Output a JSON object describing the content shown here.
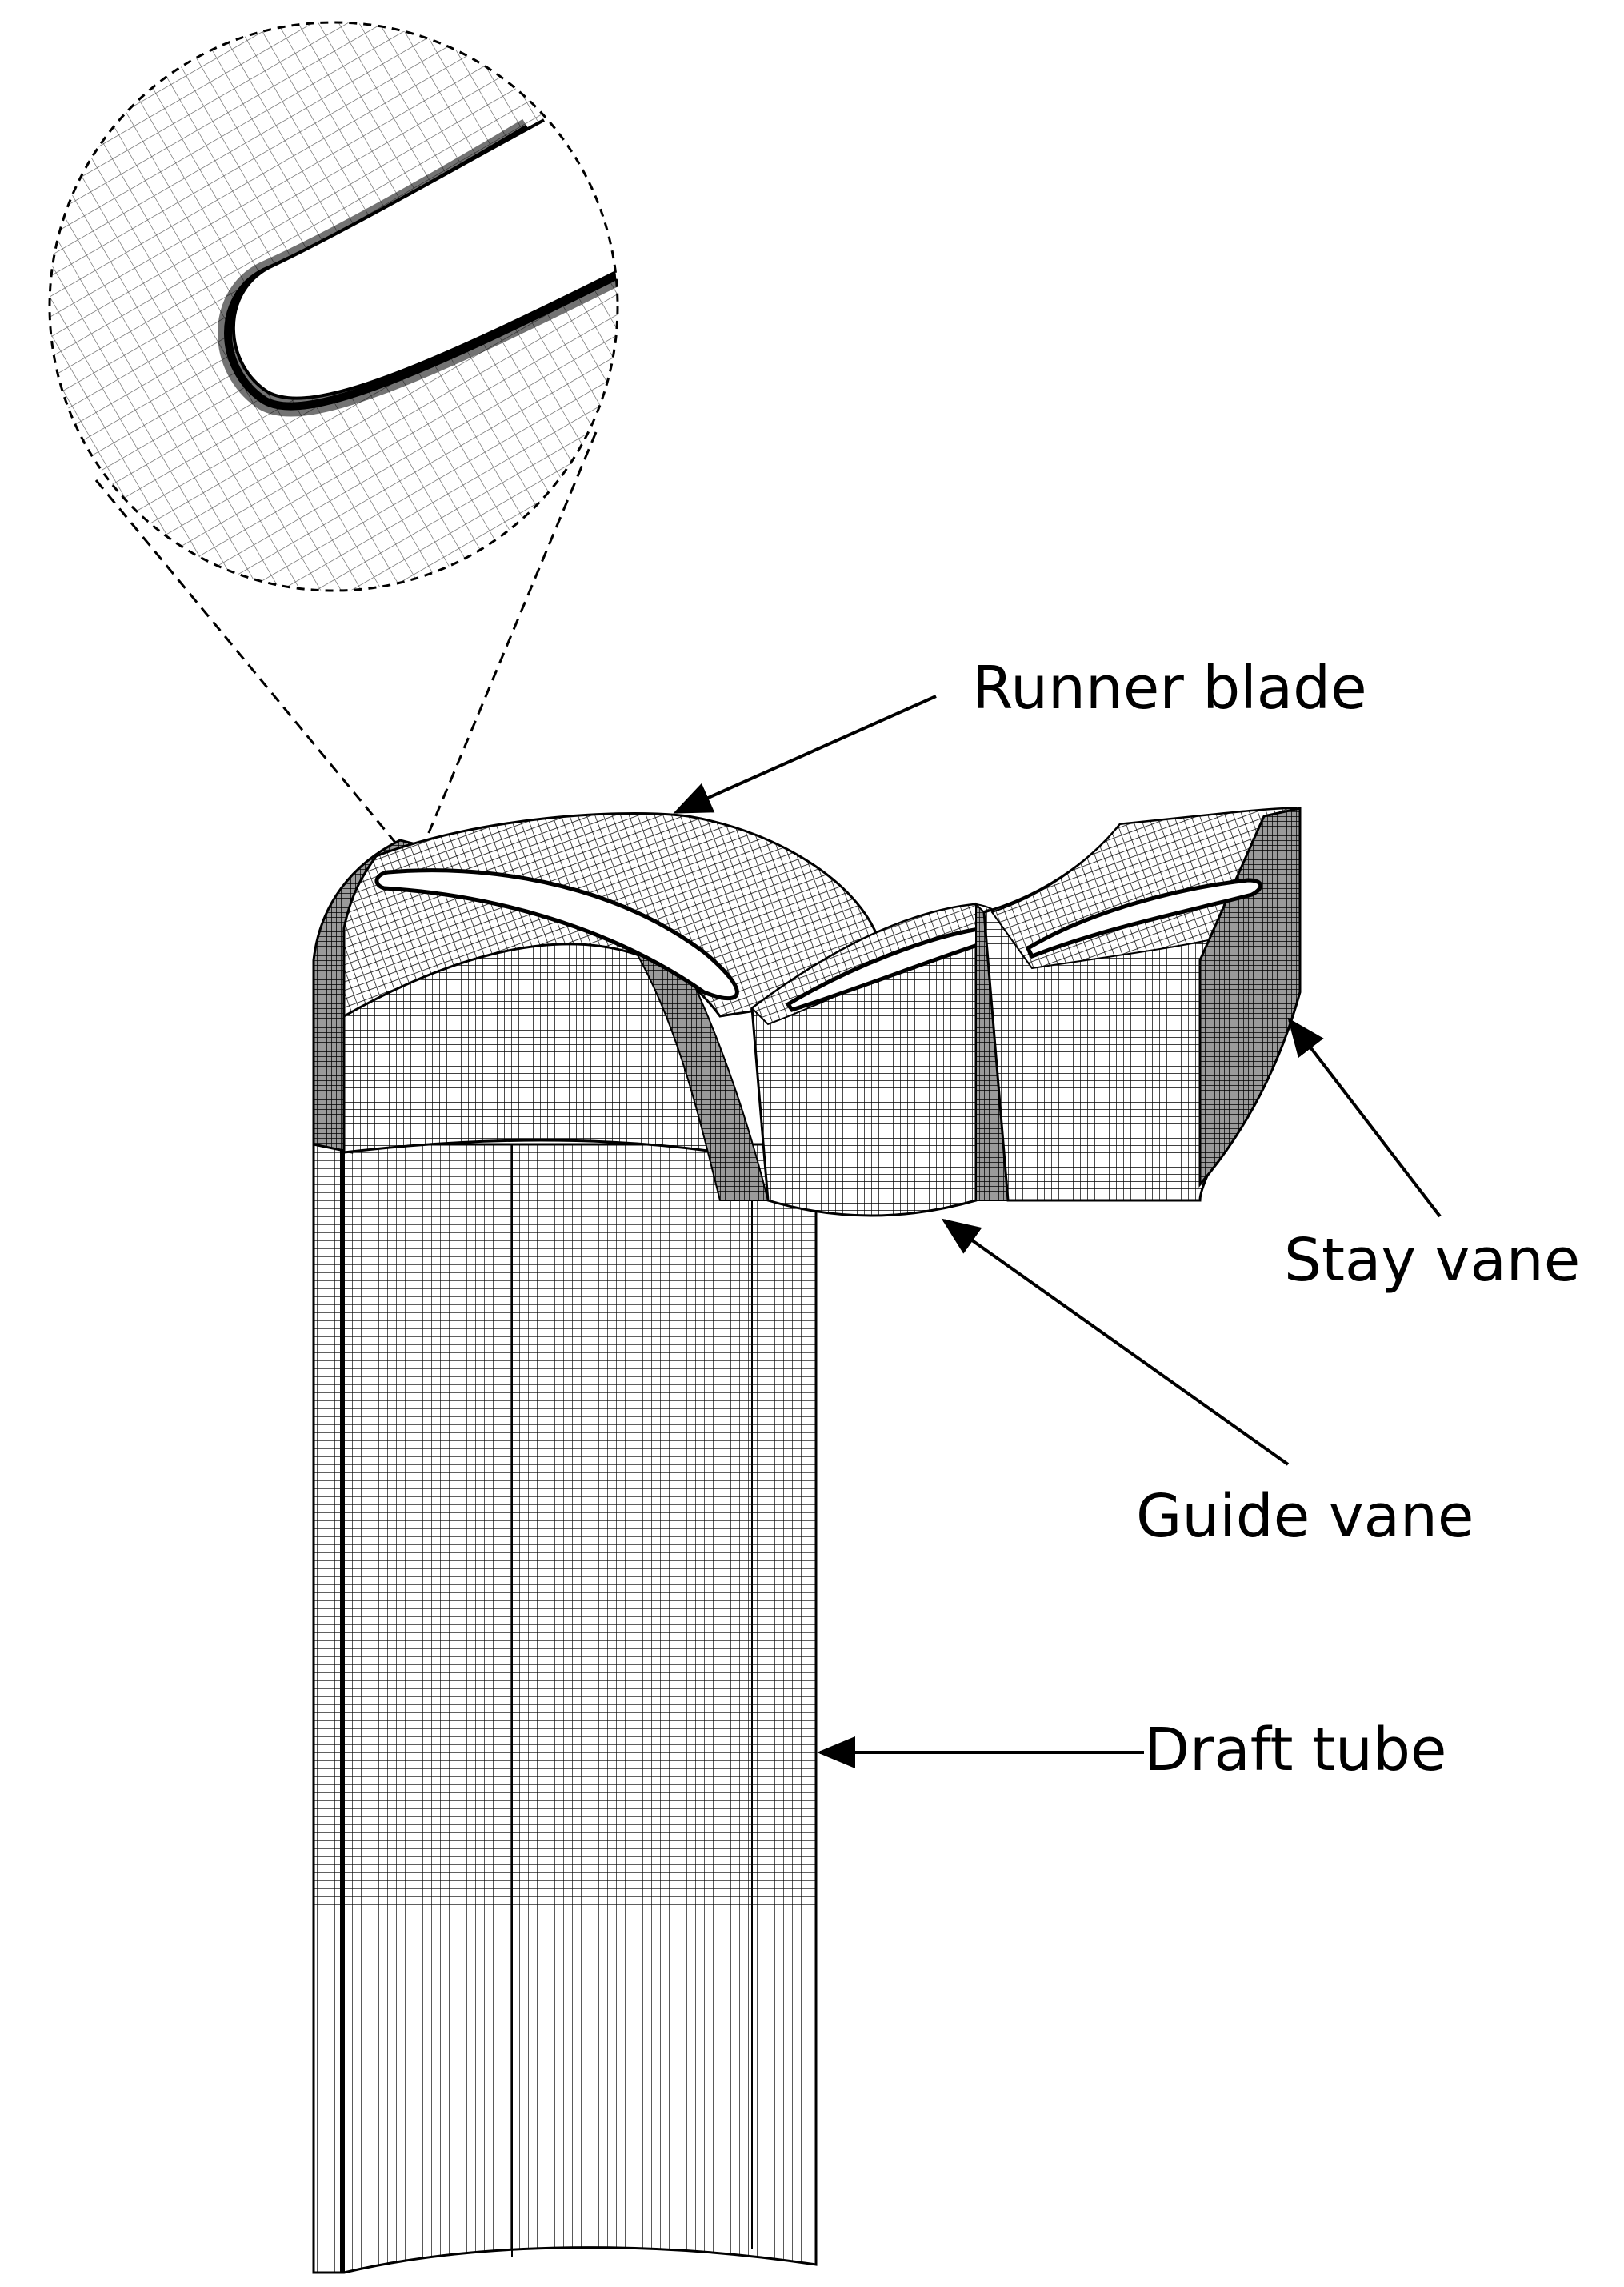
{
  "figure": {
    "labels": {
      "runner_blade": "Runner blade",
      "stay_vane": "Stay vane",
      "guide_vane": "Guide vane",
      "draft_tube": "Draft tube"
    },
    "colors": {
      "mesh_line": "#000000",
      "background": "#ffffff",
      "blade_fill": "#ffffff"
    }
  }
}
